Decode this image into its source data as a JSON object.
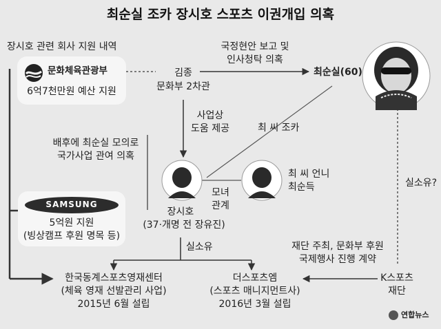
{
  "title": "최순실 조카 장시호 스포츠 이권개입 의혹",
  "support_heading": "장시호 관련 회사 지원 내역",
  "ministry": {
    "name": "문화체육관광부",
    "support": "6억7천만원 예산 지원"
  },
  "samsung": {
    "logo_text": "SAMSUNG",
    "support_1": "5억원 지원",
    "support_2": "(빙상캠프 후원 명목 등)"
  },
  "kimjong": {
    "line1": "김종",
    "line2": "문화부 2차관"
  },
  "report": {
    "line1": "국정현안 보고 및",
    "line2": "인사청탁 의혹"
  },
  "choi_soonsil": {
    "label": "최순실(60)"
  },
  "business_help": {
    "line1": "사업상",
    "line2": "도움 제공"
  },
  "niece_label": "최 씨 조카",
  "suspicion": {
    "line1": "배후에 최순실 모의로",
    "line2": "국가사업 관여 의혹"
  },
  "sister": {
    "line1": "최 씨 언니",
    "line2": "최순득"
  },
  "relation": {
    "line1": "모녀",
    "line2": "관계"
  },
  "jangsiho": {
    "line1": "장시호",
    "line2": "(37·개명 전 장유진)"
  },
  "owner_label": "실소유",
  "owner_question": "실소유?",
  "kidol_center": {
    "line1": "한국동계스포츠영재센터",
    "line2": "(체육 영재 선발관리 사업)",
    "line3": "2015년 6월 설립"
  },
  "the_sports_m": {
    "line1": "더스포츠엠",
    "line2": "(스포츠 매니지먼트사)",
    "line3": "2016년 3월 설립"
  },
  "contract": {
    "line1": "재단 주최, 문화부 후원",
    "line2": "국제행사 진행 계약"
  },
  "k_sports": {
    "line1": "K스포츠",
    "line2": "재단"
  },
  "credit": "연합뉴스",
  "colors": {
    "background": "#e9e9e9",
    "box": "#f6f6f6",
    "line": "#333333",
    "dashed": "#555555"
  }
}
